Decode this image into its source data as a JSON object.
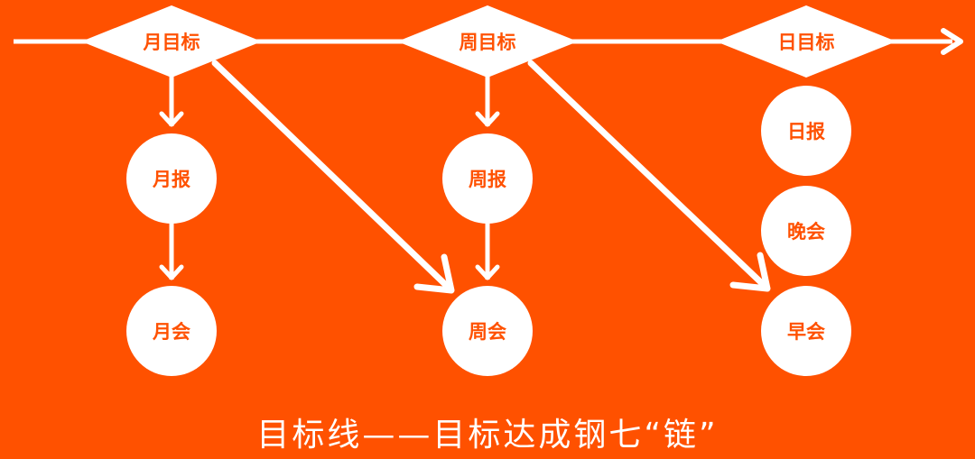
{
  "colors": {
    "background": "#FF5100",
    "foreground": "#FFFFFF",
    "label": "#FF5100"
  },
  "goals": {
    "month": "月目标",
    "week": "周目标",
    "day": "日目标"
  },
  "nodes": {
    "month_report": "月报",
    "month_meeting": "月会",
    "week_report": "周报",
    "week_meeting": "周会",
    "day_report": "日报",
    "evening_meeting": "晚会",
    "morning_meeting": "早会"
  },
  "footer": "目标线——目标达成钢七“链”"
}
